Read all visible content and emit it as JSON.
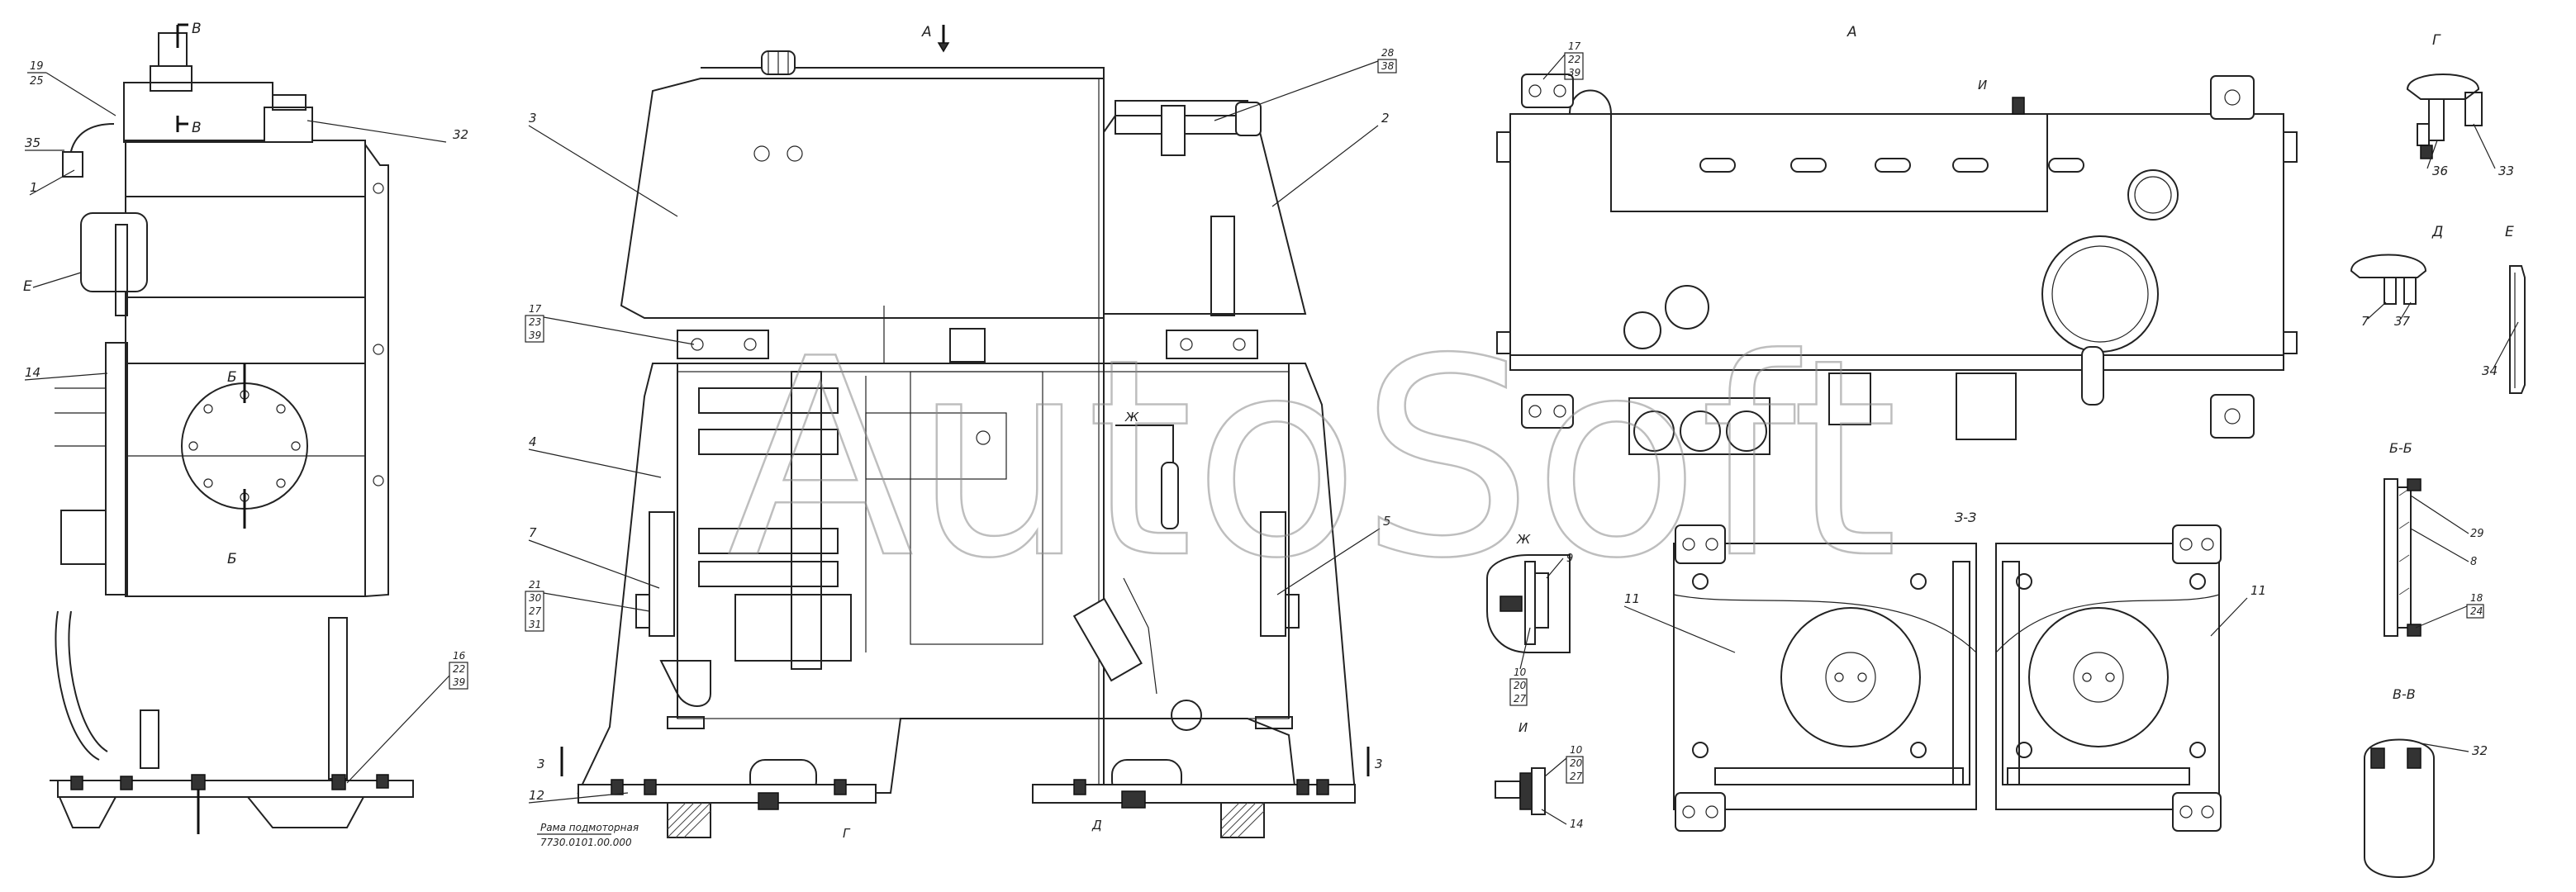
{
  "watermark": "AutoSoft",
  "views": {
    "a_top": "А",
    "a_right": "А",
    "g": "Г",
    "d": "Д",
    "e": "Е",
    "b_b": "Б-Б",
    "v_v": "В-В",
    "z_z": "З-З",
    "zh": "Ж",
    "i": "И"
  },
  "markers": {
    "v_top": "В",
    "v_bottom": "В",
    "b_top": "Б",
    "b_bottom": "Б",
    "e_left": "Е",
    "zh_mid": "Ж",
    "three_left": "3",
    "three_right": "3",
    "g_bottom": "Г",
    "d_bottom": "Д",
    "i_right": "И"
  },
  "callouts": {
    "left": {
      "c19_25": [
        "19",
        "25"
      ],
      "c35": "35",
      "c1": "1",
      "c14": "14",
      "c32": "32",
      "c16_22_39": [
        "16",
        "22",
        "39"
      ]
    },
    "center": {
      "c3": "3",
      "c28_38": [
        "28",
        "38"
      ],
      "c2": "2",
      "c17_23_39": [
        "17",
        "23",
        "39"
      ],
      "c4": "4",
      "c7": "7",
      "c21_30_27_31": [
        "21",
        "30",
        "27",
        "31"
      ],
      "c5": "5",
      "c12": "12",
      "frame_note": [
        "Рама подмоторная",
        "7730.0101.00.000"
      ]
    },
    "right": {
      "c17_22_39": [
        "17",
        "22",
        "39"
      ],
      "c36": "36",
      "c33": "33",
      "c7": "7",
      "c37": "37",
      "c34": "34",
      "c9": "9",
      "c10_20_27_zh": [
        "10",
        "20",
        "27"
      ],
      "c11_left": "11",
      "c11_right": "11",
      "c10_20_27_i": [
        "10",
        "20",
        "27"
      ],
      "c14": "14",
      "c29": "29",
      "c8": "8",
      "c18_24": [
        "18",
        "24"
      ],
      "c32": "32"
    }
  }
}
